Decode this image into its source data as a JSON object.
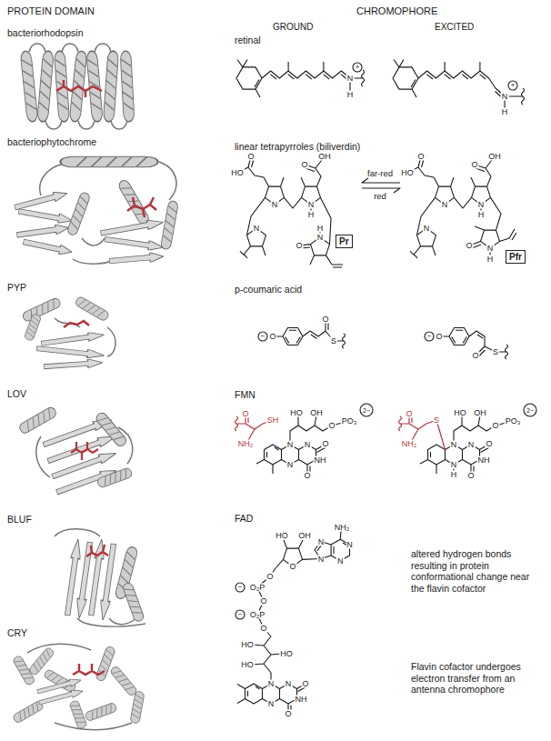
{
  "diagram": {
    "nodes": [
      {
        "text": [
          "Pr"
        ]
      },
      {
        "text": [
          "Pfr"
        ]
      }
    ],
    "labels": [
      "PROTEIN DOMAIN",
      "CHROMOPHORE",
      "GROUND",
      "EXCITED",
      "bacteriorhodopsin",
      "retinal",
      "N",
      "H",
      "+",
      "N",
      "H",
      "+",
      "bacteriophytochrome",
      "linear tetrapyrroles (biliverdin)",
      "HO",
      "O",
      "OH",
      "O",
      "N",
      "N",
      "N",
      "H",
      "N",
      "H",
      "O",
      "HO",
      "O",
      "OH",
      "O",
      "N",
      "N",
      "N",
      "H",
      "N",
      "H",
      "O",
      "far-red",
      "red",
      "PYP",
      "p-coumaric acid",
      "−",
      "O",
      "O",
      "S",
      "−",
      "O",
      "O",
      "S",
      "LOV",
      "FMN",
      "O",
      "SH",
      "NH₂",
      "N",
      "N",
      "N",
      "NH",
      "O",
      "O",
      "HO",
      "OH",
      "O",
      "PO₃",
      "2−",
      "O",
      "S",
      "NH₂",
      "N",
      "N",
      "H",
      "N",
      "NH",
      "O",
      "O",
      "HO",
      "OH",
      "O",
      "PO₃",
      "2−",
      "BLUF",
      "FAD",
      "HO",
      "OH",
      "O",
      "N",
      "N",
      "N",
      "N",
      "NH₂",
      "O",
      "−",
      "O₂P",
      "O",
      "−",
      "O₂P",
      "O",
      "HO",
      "HO",
      "HO",
      "N",
      "N",
      "N",
      "NH",
      "O",
      "O",
      "altered hydrogen bonds resulting in protein conformational change near the flavin cofactor",
      "Flavin cofactor undergoes electron transfer from an antenna chromophore",
      "CRY"
    ]
  }
}
